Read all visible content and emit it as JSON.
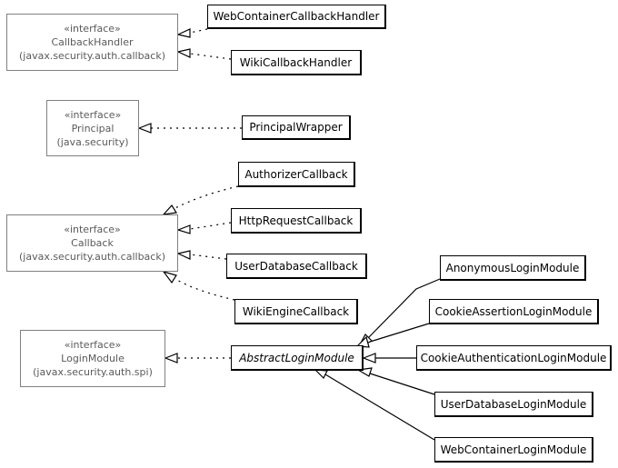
{
  "interfaces": {
    "callback_handler": {
      "stereotype": "«interface»",
      "name": "CallbackHandler",
      "package": "(javax.security.auth.callback)"
    },
    "principal": {
      "stereotype": "«interface»",
      "name": "Principal",
      "package": "(java.security)"
    },
    "callback": {
      "stereotype": "«interface»",
      "name": "Callback",
      "package": "(javax.security.auth.callback)"
    },
    "login_module": {
      "stereotype": "«interface»",
      "name": "LoginModule",
      "package": "(javax.security.auth.spi)"
    }
  },
  "classes": {
    "web_container_callback_handler": "WebContainerCallbackHandler",
    "wiki_callback_handler": "WikiCallbackHandler",
    "principal_wrapper": "PrincipalWrapper",
    "authorizer_callback": "AuthorizerCallback",
    "http_request_callback": "HttpRequestCallback",
    "user_database_callback": "UserDatabaseCallback",
    "wiki_engine_callback": "WikiEngineCallback",
    "abstract_login_module": "AbstractLoginModule",
    "anonymous_login_module": "AnonymousLoginModule",
    "cookie_assertion_login_module": "CookieAssertionLoginModule",
    "cookie_authentication_login_module": "CookieAuthenticationLoginModule",
    "user_database_login_module": "UserDatabaseLoginModule",
    "web_container_login_module": "WebContainerLoginModule"
  },
  "colors": {
    "interface_border": "#808080",
    "interface_text": "#5a5a5a",
    "class_border": "#000000",
    "edge": "#000000"
  }
}
